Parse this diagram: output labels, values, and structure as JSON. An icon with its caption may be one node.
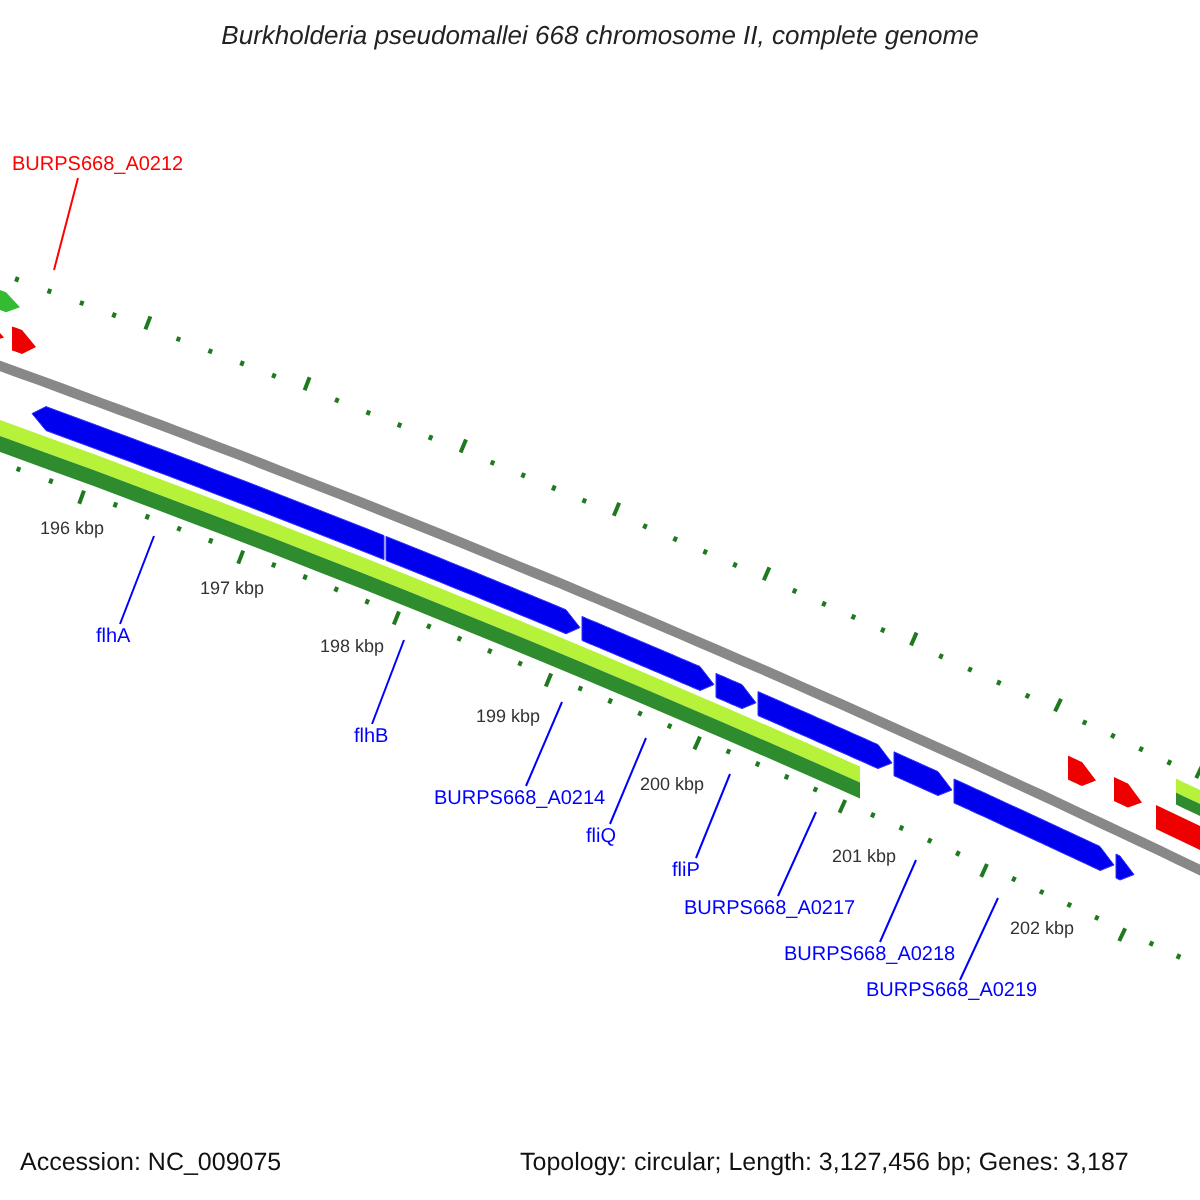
{
  "diagram": {
    "title": "Burkholderia pseudomallei 668 chromosome II, complete genome",
    "nodes": [
      {
        "text": [
          "BURPS668_A0212"
        ]
      },
      {
        "text": [
          "flhA"
        ]
      },
      {
        "text": [
          "flhB"
        ]
      },
      {
        "text": [
          "BURPS668_A0214"
        ]
      },
      {
        "text": [
          "fliQ"
        ]
      },
      {
        "text": [
          "fliP"
        ]
      },
      {
        "text": [
          "BURPS668_A0217"
        ]
      },
      {
        "text": [
          "BURPS668_A0218"
        ]
      },
      {
        "text": [
          "BURPS668_A0219"
        ]
      }
    ],
    "edges": [
      {
        "from": 0,
        "to": null,
        "arrow": "none",
        "color": "#ff0000"
      },
      {
        "from": 1,
        "to": null,
        "arrow": "none"
      },
      {
        "from": 2,
        "to": null,
        "arrow": "none"
      },
      {
        "from": 3,
        "to": null,
        "arrow": "none"
      },
      {
        "from": 4,
        "to": null,
        "arrow": "none"
      },
      {
        "from": 5,
        "to": null,
        "arrow": "none"
      },
      {
        "from": 6,
        "to": null,
        "arrow": "none"
      },
      {
        "from": 7,
        "to": null,
        "arrow": "none"
      },
      {
        "from": 8,
        "to": null,
        "arrow": "none"
      }
    ],
    "labels": [
      "196 kbp",
      "197 kbp",
      "198 kbp",
      "199 kbp",
      "200 kbp",
      "201 kbp",
      "202 kbp",
      "Accession: NC_009075",
      "Topology: circular; Length: 3,127,456 bp; Genes: 3,187"
    ]
  }
}
